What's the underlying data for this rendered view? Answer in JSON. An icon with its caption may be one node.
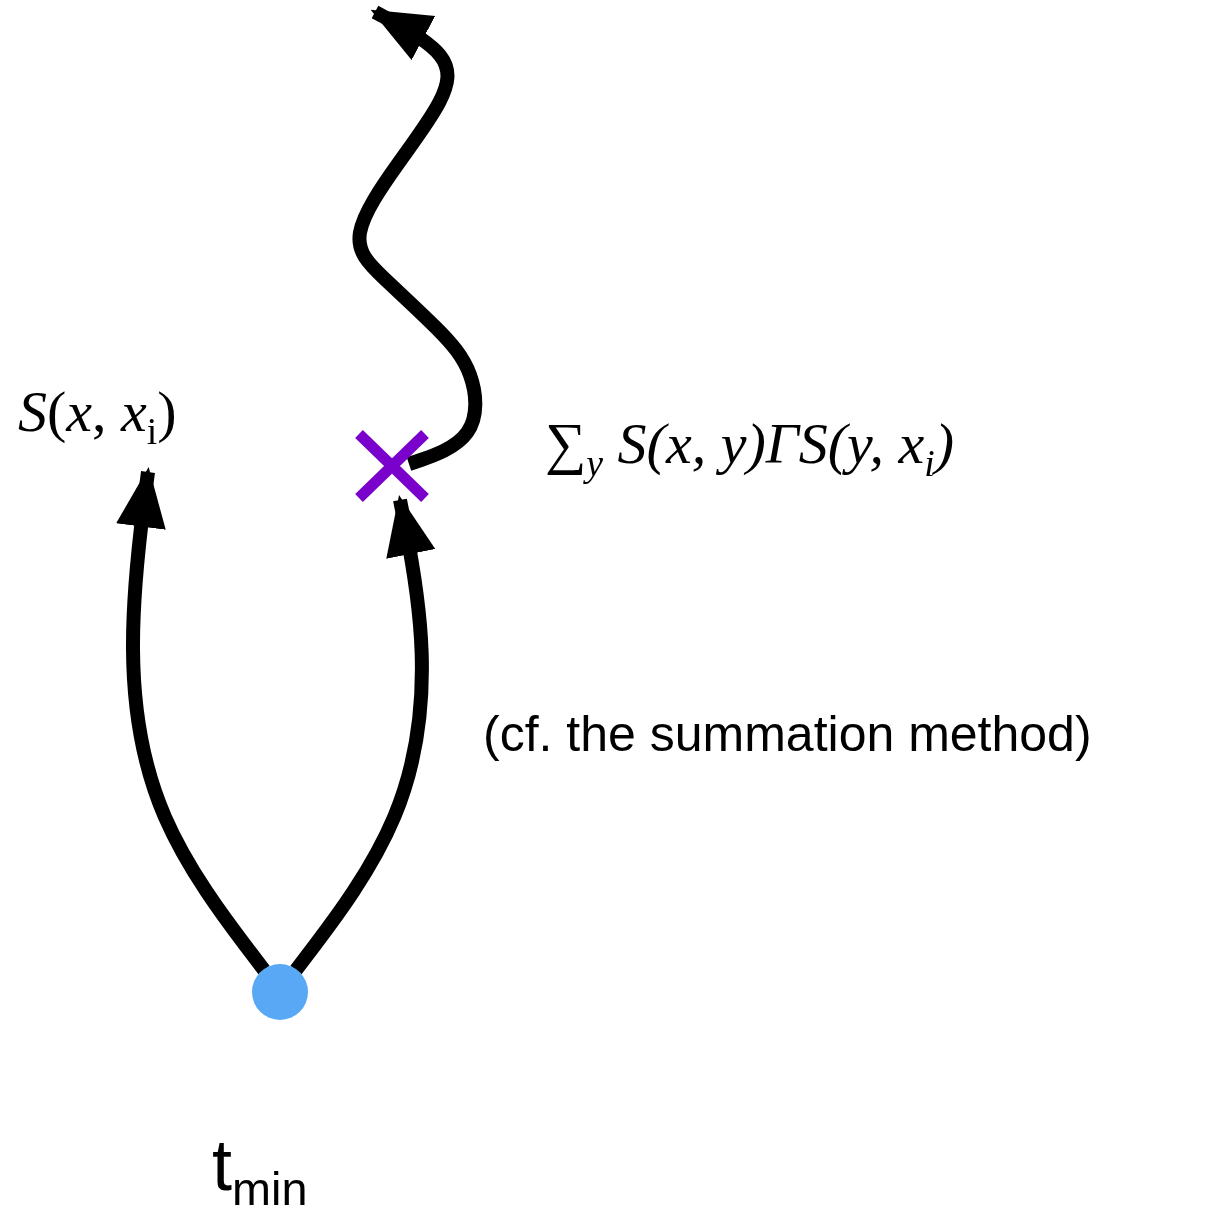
{
  "diagram": {
    "nodes": [
      {
        "text": [],
        "shape": "circle",
        "beside": [
          "t$_{min}$"
        ]
      },
      {
        "text": [],
        "shape": "cross"
      },
      {
        "text": [
          "*S*(*x*, *x*$_{i}$)"
        ]
      }
    ],
    "edges": [
      {
        "from": 0,
        "to": 2,
        "arrow": "to"
      },
      {
        "from": 0,
        "to": 1,
        "arrow": "to"
      },
      {
        "from": 1,
        "to": null,
        "arrow": "to"
      }
    ],
    "labels": [
      "∑$_{y}$ S(x, y)ΓS(y, x$_{i}$)",
      "(cf. the summation method)"
    ]
  }
}
